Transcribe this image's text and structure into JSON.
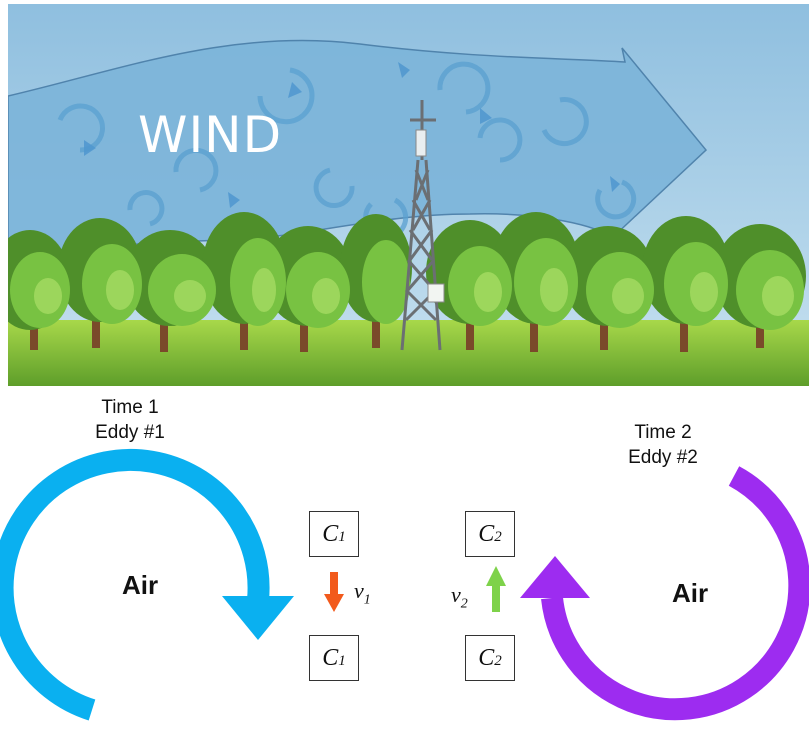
{
  "scene": {
    "wind_label": "WIND"
  },
  "eddies": [
    {
      "time_label": "Time 1",
      "eddy_label": "Eddy #1",
      "air_label": "Air",
      "color": "#0ab0f0"
    },
    {
      "time_label": "Time 2",
      "eddy_label": "Eddy #2",
      "air_label": "Air",
      "color": "#9d2cf0"
    }
  ],
  "flux": [
    {
      "concentration": "C",
      "subscript": "1",
      "velocity": "v",
      "velocity_subscript": "1",
      "direction": "down",
      "color": "#f25a1c"
    },
    {
      "concentration": "C",
      "subscript": "2",
      "velocity": "v",
      "velocity_subscript": "2",
      "direction": "up",
      "color": "#7ed24a"
    }
  ],
  "colors": {
    "sky": "#a9cfe6",
    "wind_band": "#7fb8dc",
    "grass": "#8cc63f",
    "tree": "#6fb33a",
    "tower": "#6b6f73"
  }
}
